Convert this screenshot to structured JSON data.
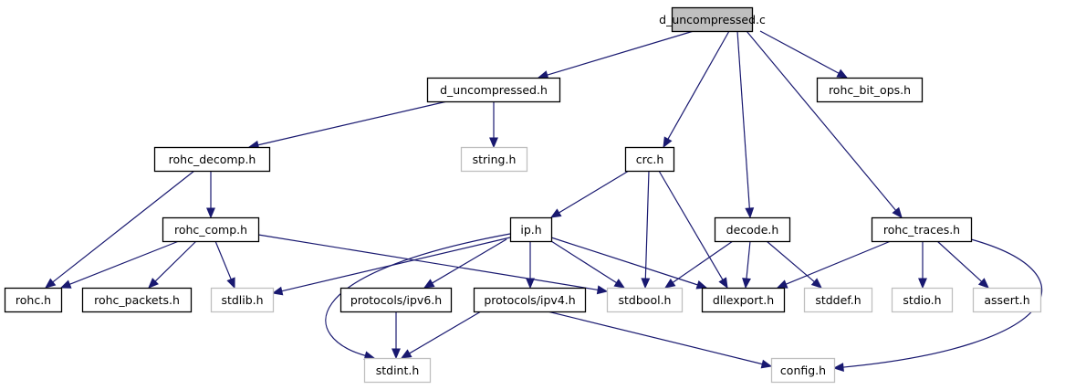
{
  "title": "d_uncompressed.c include dependency graph",
  "colors": {
    "edge": "#191970",
    "root_fill": "#bfbfbf",
    "internal_border": "#000000",
    "external_border": "#bfbfbf"
  },
  "nodes": [
    {
      "id": "d_uncompressed_c",
      "label": "d_uncompressed.c",
      "kind": "root"
    },
    {
      "id": "d_uncompressed_h",
      "label": "d_uncompressed.h",
      "kind": "internal"
    },
    {
      "id": "rohc_bit_ops_h",
      "label": "rohc_bit_ops.h",
      "kind": "internal"
    },
    {
      "id": "rohc_decomp_h",
      "label": "rohc_decomp.h",
      "kind": "internal"
    },
    {
      "id": "string_h",
      "label": "string.h",
      "kind": "external"
    },
    {
      "id": "crc_h",
      "label": "crc.h",
      "kind": "internal"
    },
    {
      "id": "rohc_comp_h",
      "label": "rohc_comp.h",
      "kind": "internal"
    },
    {
      "id": "ip_h",
      "label": "ip.h",
      "kind": "internal"
    },
    {
      "id": "decode_h",
      "label": "decode.h",
      "kind": "internal"
    },
    {
      "id": "rohc_traces_h",
      "label": "rohc_traces.h",
      "kind": "internal"
    },
    {
      "id": "rohc_h",
      "label": "rohc.h",
      "kind": "internal"
    },
    {
      "id": "rohc_packets_h",
      "label": "rohc_packets.h",
      "kind": "internal"
    },
    {
      "id": "stdlib_h",
      "label": "stdlib.h",
      "kind": "external"
    },
    {
      "id": "protocols_ipv6_h",
      "label": "protocols/ipv6.h",
      "kind": "internal"
    },
    {
      "id": "protocols_ipv4_h",
      "label": "protocols/ipv4.h",
      "kind": "internal"
    },
    {
      "id": "stdbool_h",
      "label": "stdbool.h",
      "kind": "external"
    },
    {
      "id": "dllexport_h",
      "label": "dllexport.h",
      "kind": "internal"
    },
    {
      "id": "stddef_h",
      "label": "stddef.h",
      "kind": "external"
    },
    {
      "id": "stdio_h",
      "label": "stdio.h",
      "kind": "external"
    },
    {
      "id": "assert_h",
      "label": "assert.h",
      "kind": "external"
    },
    {
      "id": "stdint_h",
      "label": "stdint.h",
      "kind": "external"
    },
    {
      "id": "config_h",
      "label": "config.h",
      "kind": "external"
    }
  ],
  "edges": [
    {
      "from": "d_uncompressed_c",
      "to": "d_uncompressed_h"
    },
    {
      "from": "d_uncompressed_c",
      "to": "crc_h"
    },
    {
      "from": "d_uncompressed_c",
      "to": "decode_h"
    },
    {
      "from": "d_uncompressed_c",
      "to": "rohc_traces_h"
    },
    {
      "from": "d_uncompressed_c",
      "to": "rohc_bit_ops_h"
    },
    {
      "from": "d_uncompressed_h",
      "to": "rohc_decomp_h"
    },
    {
      "from": "d_uncompressed_h",
      "to": "string_h"
    },
    {
      "from": "rohc_decomp_h",
      "to": "rohc_h"
    },
    {
      "from": "rohc_decomp_h",
      "to": "rohc_comp_h"
    },
    {
      "from": "rohc_comp_h",
      "to": "rohc_h"
    },
    {
      "from": "rohc_comp_h",
      "to": "rohc_packets_h"
    },
    {
      "from": "rohc_comp_h",
      "to": "stdlib_h"
    },
    {
      "from": "rohc_comp_h",
      "to": "stdbool_h"
    },
    {
      "from": "crc_h",
      "to": "ip_h"
    },
    {
      "from": "crc_h",
      "to": "stdbool_h"
    },
    {
      "from": "crc_h",
      "to": "dllexport_h"
    },
    {
      "from": "ip_h",
      "to": "stdlib_h"
    },
    {
      "from": "ip_h",
      "to": "stdint_h"
    },
    {
      "from": "ip_h",
      "to": "protocols_ipv6_h"
    },
    {
      "from": "ip_h",
      "to": "protocols_ipv4_h"
    },
    {
      "from": "ip_h",
      "to": "stdbool_h"
    },
    {
      "from": "ip_h",
      "to": "dllexport_h"
    },
    {
      "from": "decode_h",
      "to": "stdbool_h"
    },
    {
      "from": "decode_h",
      "to": "dllexport_h"
    },
    {
      "from": "decode_h",
      "to": "stddef_h"
    },
    {
      "from": "rohc_traces_h",
      "to": "dllexport_h"
    },
    {
      "from": "rohc_traces_h",
      "to": "stdio_h"
    },
    {
      "from": "rohc_traces_h",
      "to": "assert_h"
    },
    {
      "from": "rohc_traces_h",
      "to": "config_h"
    },
    {
      "from": "protocols_ipv6_h",
      "to": "stdint_h"
    },
    {
      "from": "protocols_ipv4_h",
      "to": "stdint_h"
    },
    {
      "from": "protocols_ipv4_h",
      "to": "config_h"
    }
  ]
}
